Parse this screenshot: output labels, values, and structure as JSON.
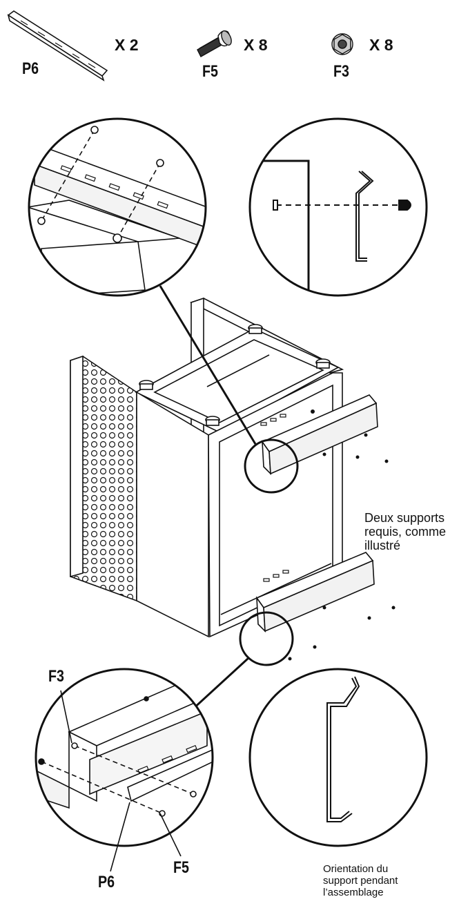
{
  "parts": {
    "p6": {
      "code": "P6",
      "qty": "X 2"
    },
    "f5": {
      "code": "F5",
      "qty": "X 8"
    },
    "f3": {
      "code": "F3",
      "qty": "X 8"
    }
  },
  "callouts": {
    "f3": "F3",
    "p6": "P6",
    "f5": "F5"
  },
  "notes": {
    "two_supports": [
      "Deux supports",
      "requis, comme",
      "illustré"
    ],
    "orientation": [
      "Orientation du",
      "support pendant",
      "l’assemblage"
    ]
  },
  "icons": {
    "bracket": "bracket-rail-icon",
    "bolt": "bolt-icon",
    "nut": "flange-nut-icon"
  },
  "colors": {
    "line": "#111111",
    "background": "#ffffff"
  }
}
